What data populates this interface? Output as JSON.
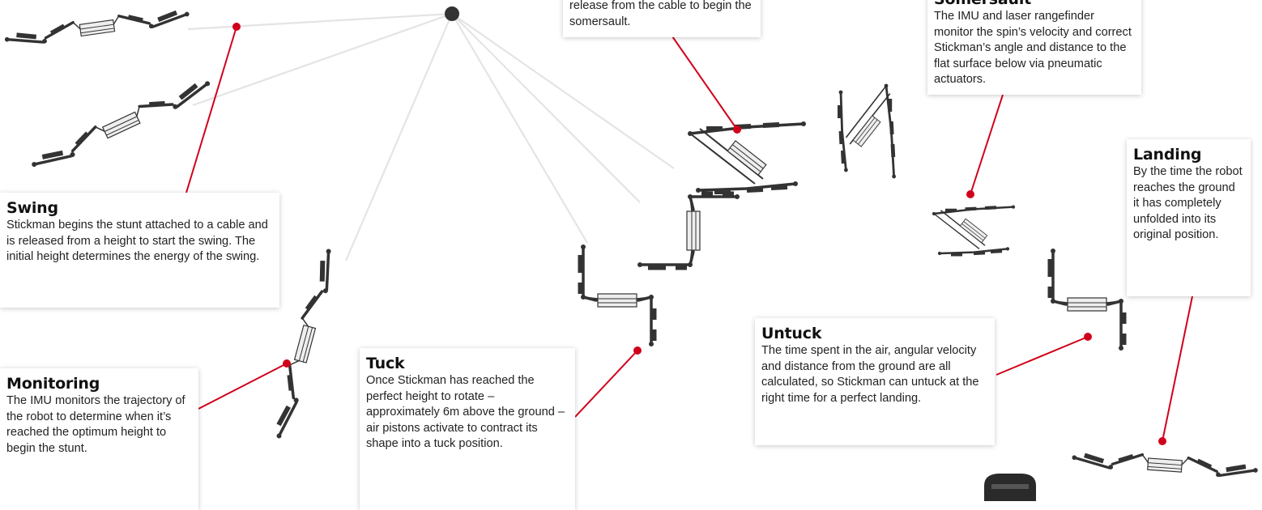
{
  "colors": {
    "accent": "#d0021b",
    "robot": "#333333",
    "cable": "#e4e4e4",
    "shadow": "#c8c8c8"
  },
  "cards": {
    "top_partial": {
      "text": "release from the cable to begin the somersault."
    },
    "somersault": {
      "title": "Somersault",
      "text": "The IMU and laser rangefinder monitor the spin’s velocity and correct Stickman’s angle and distance to the flat surface below via pneumatic actuators."
    },
    "swing": {
      "title": "Swing",
      "text": "Stickman begins the stunt attached to a cable and is released from a height to start the swing. The initial height determines the energy of the swing."
    },
    "monitoring": {
      "title": "Monitoring",
      "text": "The IMU monitors the trajectory of the robot to determine when it’s reached the optimum height to begin the stunt."
    },
    "tuck": {
      "title": "Tuck",
      "text": "Once Stickman has reached the perfect height to rotate – approximately 6m above the ground – air pistons activate to contract its shape into a tuck position."
    },
    "untuck": {
      "title": "Untuck",
      "text": "The time spent in the air, angular velocity and distance from the ground are all calculated, so Stickman can untuck at the right time for a perfect landing."
    },
    "landing": {
      "title": "Landing",
      "text": "By the time the robot reaches the ground it has completely unfolded into its original position."
    }
  }
}
